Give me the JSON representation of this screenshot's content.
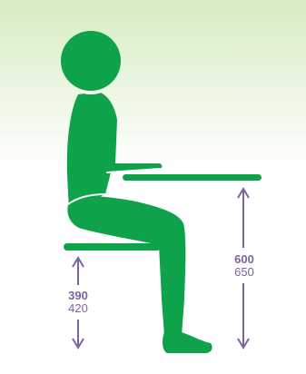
{
  "colors": {
    "figure_green": "#0ea24a",
    "dimension_purple": "#7d63a4",
    "background_gradient_top": "#d6ecc2",
    "background_gradient_bottom": "#ffffff"
  },
  "dimensions": {
    "seat_height": {
      "primary": "390",
      "secondary": "420"
    },
    "desk_height": {
      "primary": "600",
      "secondary": "650"
    }
  }
}
